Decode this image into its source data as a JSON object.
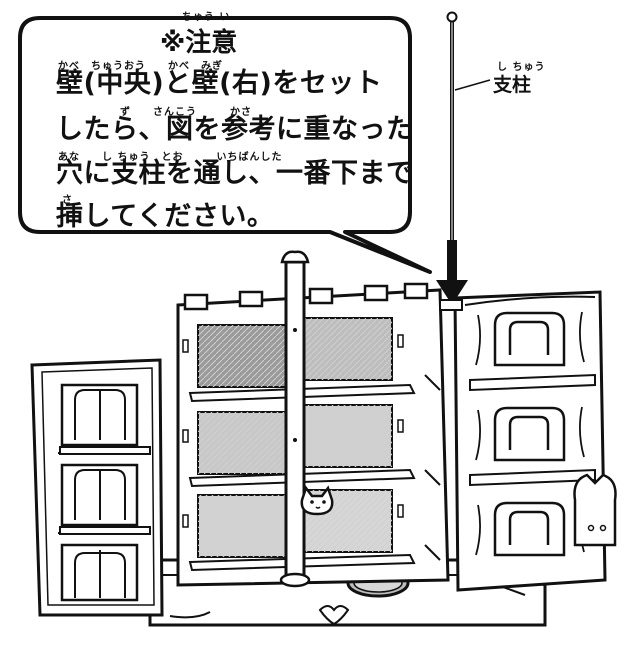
{
  "callout": {
    "title_ruby": "ちゅう い",
    "title": "※注意",
    "lines": [
      {
        "ruby": "かべ　ちゅうおう　　かべ　みぎ",
        "text": "壁(中央)と壁(右)をセット"
      },
      {
        "ruby": "ず　　さんこう　　　かさ",
        "text": "したら、図を参考に重なった"
      },
      {
        "ruby": "あな　　し ちゅう　とお　　　いちばんした",
        "text": "穴に支柱を通し、一番下まで"
      },
      {
        "ruby": "さ",
        "text": "挿してください。"
      }
    ]
  },
  "pillar_label": {
    "ruby": "し ちゅう",
    "text": "支柱"
  },
  "colors": {
    "ink": "#111111",
    "panel_fill": "#ffffff",
    "screen_gray": "#bdbdbd",
    "callout_fill": "#ffffff"
  }
}
